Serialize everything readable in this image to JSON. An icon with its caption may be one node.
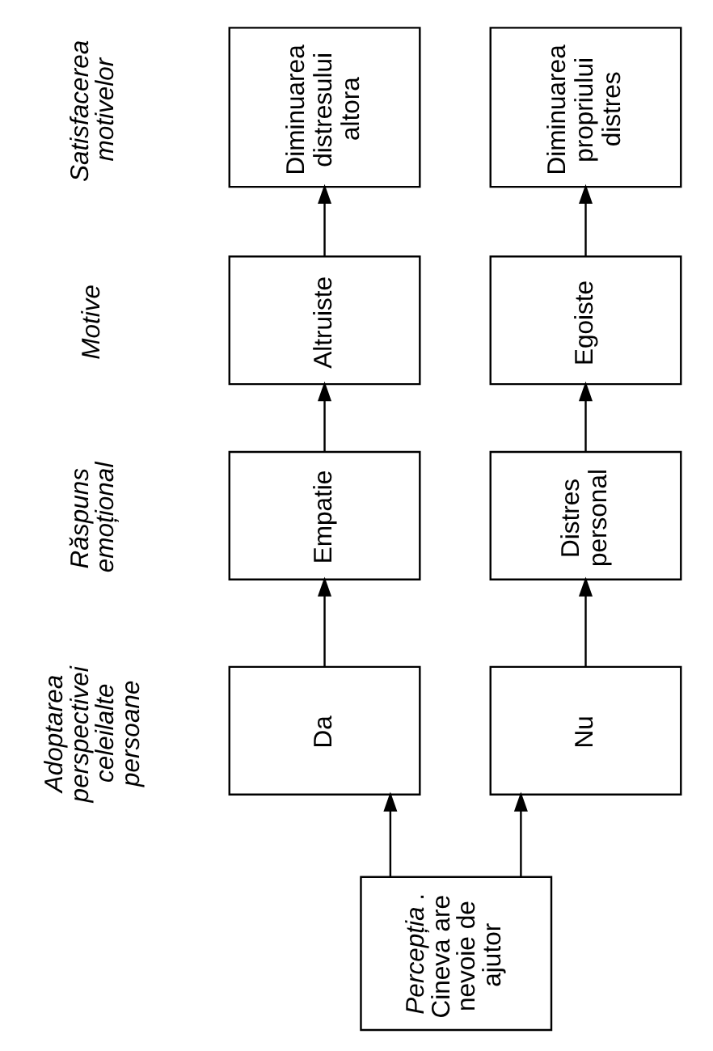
{
  "diagram": {
    "nodes": [
      {
        "text": [
          "*Percepția*. Cineva are nevoie de ajutor"
        ]
      },
      {
        "text": [
          "Da"
        ]
      },
      {
        "text": [
          "Nu"
        ]
      },
      {
        "text": [
          "Empatie"
        ]
      },
      {
        "text": [
          "Distres personal"
        ]
      },
      {
        "text": [
          "Altruiste"
        ]
      },
      {
        "text": [
          "Egoiste"
        ]
      },
      {
        "text": [
          "Diminuarea distresului altora"
        ]
      },
      {
        "text": [
          "Diminuarea propriului distres"
        ]
      }
    ],
    "edges": [
      {
        "from": 0,
        "to": 1,
        "arrow": "to"
      },
      {
        "from": 0,
        "to": 2,
        "arrow": "to"
      },
      {
        "from": 1,
        "to": 3,
        "arrow": "to"
      },
      {
        "from": 2,
        "to": 4,
        "arrow": "to"
      },
      {
        "from": 3,
        "to": 5,
        "arrow": "to"
      },
      {
        "from": 4,
        "to": 6,
        "arrow": "to"
      },
      {
        "from": 5,
        "to": 7,
        "arrow": "to"
      },
      {
        "from": 6,
        "to": 8,
        "arrow": "to"
      }
    ],
    "labels": [
      "Satisfacerea motivelor",
      "Motive",
      "Răspuns emoțional",
      "Adoptarea perspectivei celeilalte persoane"
    ]
  }
}
